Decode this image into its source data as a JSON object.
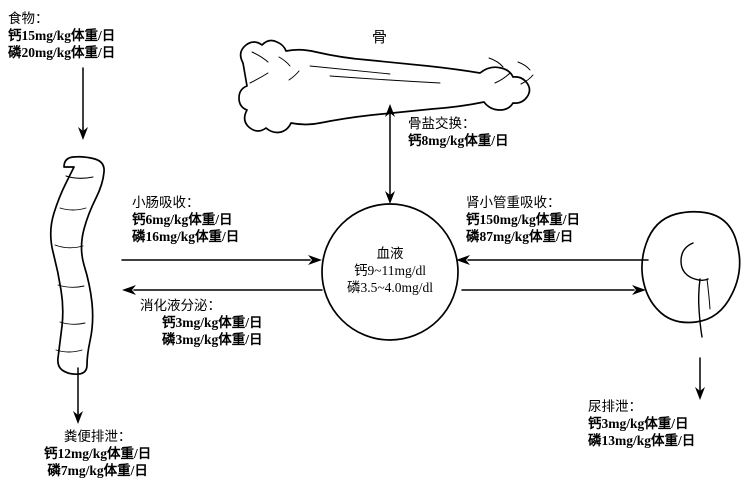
{
  "diagram": {
    "title": "Calcium and phosphorus metabolism flow diagram",
    "nodes": {
      "bone_label": "骨",
      "blood": {
        "name": "血液",
        "line1": "钙9~11mg/dl",
        "line2": "磷3.5~4.0mg/dl"
      }
    },
    "labels": {
      "food": {
        "title": "食物：",
        "line1": "钙15mg/kg体重/日",
        "line2": "磷20mg/kg体重/日"
      },
      "bone_salt_exchange": {
        "title": "骨盐交换：",
        "line1": "钙8mg/kg体重/日"
      },
      "intestinal_absorption": {
        "title": "小肠吸收：",
        "line1": "钙6mg/kg体重/日",
        "line2": "磷16mg/kg体重/日"
      },
      "digestive_secretion": {
        "title": "消化液分泌：",
        "line1": "钙3mg/kg体重/日",
        "line2": "磷3mg/kg体重/日"
      },
      "renal_tubular_reabsorption": {
        "title": "肾小管重吸收：",
        "line1": "钙150mg/kg体重/日",
        "line2": "磷87mg/kg体重/日"
      },
      "fecal_excretion": {
        "title": "粪便排泄：",
        "line1": "钙12mg/kg体重/日",
        "line2": "磷7mg/kg体重/日"
      },
      "urinary_excretion": {
        "title": "尿排泄：",
        "line1": "钙3mg/kg体重/日",
        "line2": "磷13mg/kg体重/日"
      }
    },
    "colors": {
      "stroke": "#000000",
      "background": "#ffffff",
      "organ_fill": "#ffffff"
    }
  }
}
